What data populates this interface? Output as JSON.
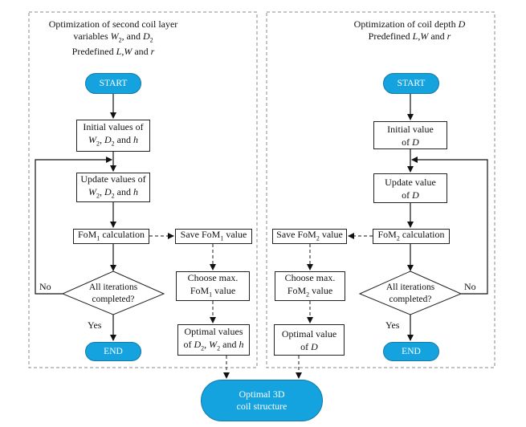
{
  "left_panel": {
    "heading": [
      "Optimization of second coil layer",
      "variables W2, and D2",
      "Predefined L,W and r"
    ],
    "start": "START",
    "init": [
      "Initial values of",
      "W2, D2 and h"
    ],
    "update": [
      "Update values of",
      "W2, D2 and h"
    ],
    "calc": "FoM1 calculation",
    "save": "Save FoM1 value",
    "decision": [
      "All iterations",
      "completed?"
    ],
    "choose": [
      "Choose max.",
      "FoM1 value"
    ],
    "optimal": [
      "Optimal values",
      "of D2, W2 and h"
    ],
    "end": "END",
    "no": "No",
    "yes": "Yes"
  },
  "right_panel": {
    "heading": [
      "Optimization of coil depth D",
      "Predefined L,W and r"
    ],
    "start": "START",
    "init": [
      "Initial value",
      "of D"
    ],
    "update": [
      "Update value",
      "of D"
    ],
    "calc": "FoM2 calculation",
    "save": "Save FoM2 value",
    "decision": [
      "All iterations",
      "completed?"
    ],
    "choose": [
      "Choose max.",
      "FoM2 value"
    ],
    "optimal": [
      "Optimal value",
      "of D"
    ],
    "end": "END",
    "no": "No",
    "yes": "Yes"
  },
  "final": [
    "Optimal 3D",
    "coil structure"
  ]
}
